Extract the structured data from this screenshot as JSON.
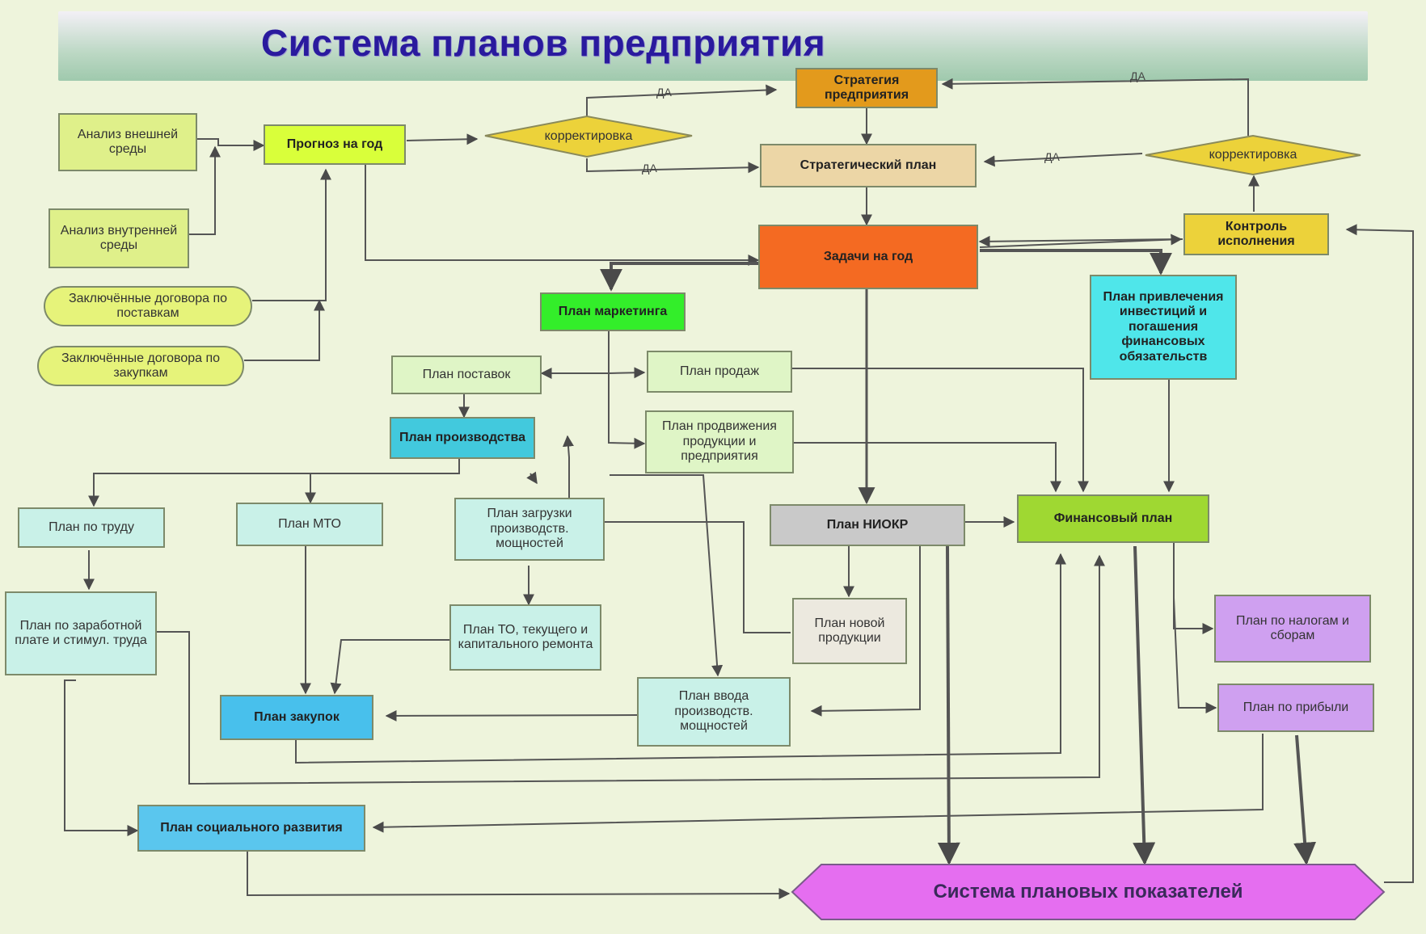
{
  "title": "Система планов предприятия",
  "yes_label": "ДА",
  "correction_label": "корректировка",
  "nodes": {
    "strategy": "Стратегия предприятия",
    "strategic_plan": "Стратегический план",
    "forecast": "Прогноз на год",
    "ext_analysis": "Анализ внешней среды",
    "int_analysis": "Анализ внутренней среды",
    "contracts_supply": "Заключённые договора по поставкам",
    "contracts_purchase": "Заключённые договора по закупкам",
    "tasks": "Задачи на год",
    "control": "Контроль исполнения",
    "marketing": "План маркетинга",
    "investment": "План привлечения инвестиций и погашения финансовых обязательств",
    "supply_plan": "План поставок",
    "sales_plan": "План продаж",
    "production": "План производства",
    "promotion": "План продвижения продукции и предприятия",
    "labor": "План по труду",
    "mto": "План МТО",
    "capacity_load": "План загрузки производств. мощностей",
    "rnd": "План НИОКР",
    "financial": "Финансовый план",
    "wages": "План по заработной плате и стимул. труда",
    "maintenance": "План ТО, текущего и капитального ремонта",
    "new_product": "План новой продукции",
    "taxes": "План по налогам и сборам",
    "purchases": "План закупок",
    "capacity_input": "План ввода производств. мощностей",
    "profit": "План по прибыли",
    "social": "План социального развития",
    "indicators": "Система плановых показателей"
  },
  "colors": {
    "strategy": "#e39a1c",
    "strategic_plan": "#ecd6a6",
    "forecast": "#d9ff3a",
    "analysis": "#dff08a",
    "contracts": "#e6f37a",
    "tasks": "#f46a22",
    "control": "#ecd23a",
    "marketing": "#33ee2a",
    "investment": "#4fe6ea",
    "light_green": "#dff5c6",
    "production": "#42c9dd",
    "light_cyan": "#c9f1e8",
    "rnd": "#c9c9c9",
    "financial": "#9fd832",
    "new_product": "#ece9df",
    "violet": "#cfa0f0",
    "purchases": "#48c0ec",
    "social": "#5ac6ee",
    "indicators": "#e56ef0",
    "diamond": "#ecd23a"
  }
}
